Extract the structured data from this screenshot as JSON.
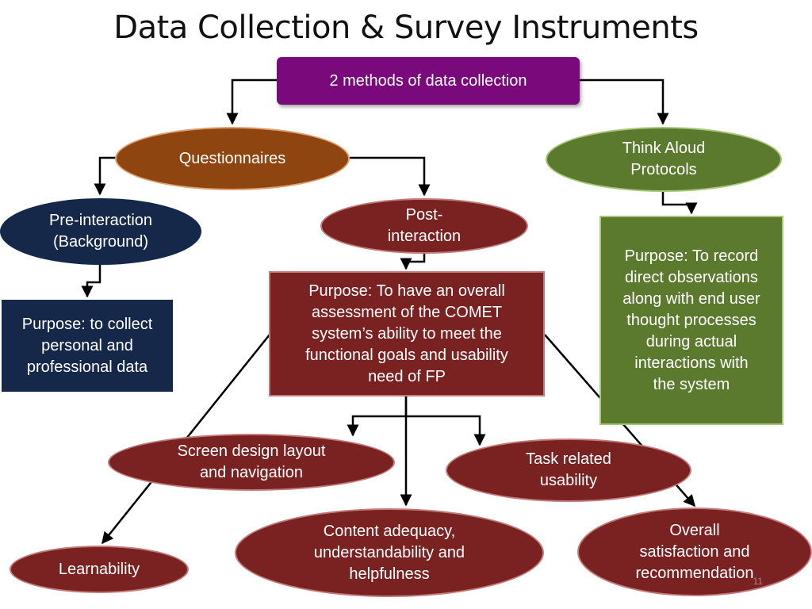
{
  "slide": {
    "title": "Data Collection & Survey Instruments",
    "number": "11"
  },
  "nodes": {
    "methods": [
      "2 methods of data collection"
    ],
    "questionnaires": [
      "Questionnaires"
    ],
    "think_aloud": [
      "Think Aloud",
      "Protocols"
    ],
    "pre_interaction": [
      "Pre-interaction",
      "(Background)"
    ],
    "post_interaction": [
      "Post-",
      "interaction"
    ],
    "pre_purpose": [
      "Purpose: to collect",
      "personal and",
      "professional data"
    ],
    "post_purpose": [
      "Purpose: To have an overall",
      "assessment of the COMET",
      "system’s ability to meet the",
      "functional goals and usability",
      "need of FP"
    ],
    "think_purpose": [
      "Purpose: To record",
      "direct observations",
      "along with end user",
      "thought processes",
      "during actual",
      "interactions with",
      "the system"
    ],
    "screen_design": [
      "Screen design layout",
      "and navigation"
    ],
    "task_usability": [
      "Task related",
      "usability"
    ],
    "learnability": [
      "Learnability"
    ],
    "content": [
      "Content adequacy,",
      "understandability and",
      "helpfulness"
    ],
    "overall": [
      "Overall",
      "satisfaction and",
      "recommendation"
    ]
  },
  "colors": {
    "purple": "#7a0a7c",
    "orange": "#8f4510",
    "green": "#5b7a2e",
    "navy": "#15284a",
    "maroon": "#7a2222"
  }
}
